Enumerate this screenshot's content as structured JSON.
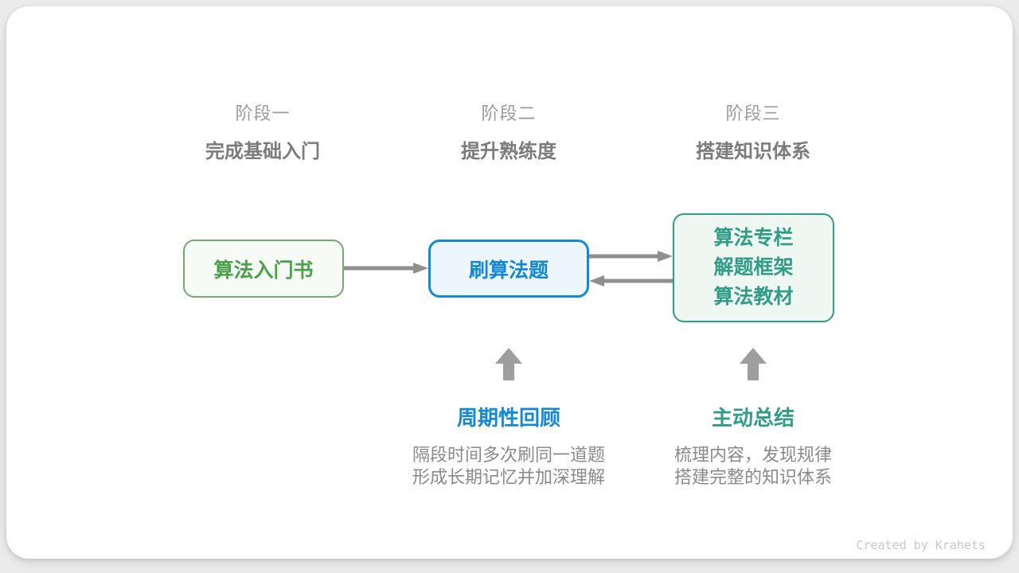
{
  "page": {
    "watermark": "Created by Krahets"
  },
  "colors": {
    "page_bg": "#ebebeb",
    "green": "#4ba14b",
    "green_border": "#6fac6f",
    "green_bg": "#f6fbf6",
    "blue": "#1389d6",
    "blue_bg": "#eef6fd",
    "teal": "#2f9e85",
    "teal_bg": "#eff7f3",
    "gray_light": "#9b9b9b",
    "gray_mid": "#7b7b7b",
    "gray_desc": "#8a8a8a",
    "gray_arrow": "#8f8f8f",
    "gray_uparrow": "#9e9e9e",
    "gray_watermark": "#c8c8c8"
  },
  "stages": [
    {
      "label": "阶段一",
      "subtitle": "完成基础入门"
    },
    {
      "label": "阶段二",
      "subtitle": "提升熟练度"
    },
    {
      "label": "阶段三",
      "subtitle": "搭建知识体系"
    }
  ],
  "nodes": {
    "intro_book": {
      "label": "算法入门书"
    },
    "practice": {
      "label": "刷算法题"
    },
    "resources": {
      "lines": [
        "算法专栏",
        "解题框架",
        "算法教材"
      ]
    }
  },
  "annotations": {
    "review": {
      "title": "周期性回顾",
      "desc_line1": "隔段时间多次刷同一道题",
      "desc_line2": "形成长期记忆并加深理解"
    },
    "summary": {
      "title": "主动总结",
      "desc_line1": "梳理内容，发现规律",
      "desc_line2": "搭建完整的知识体系"
    }
  }
}
